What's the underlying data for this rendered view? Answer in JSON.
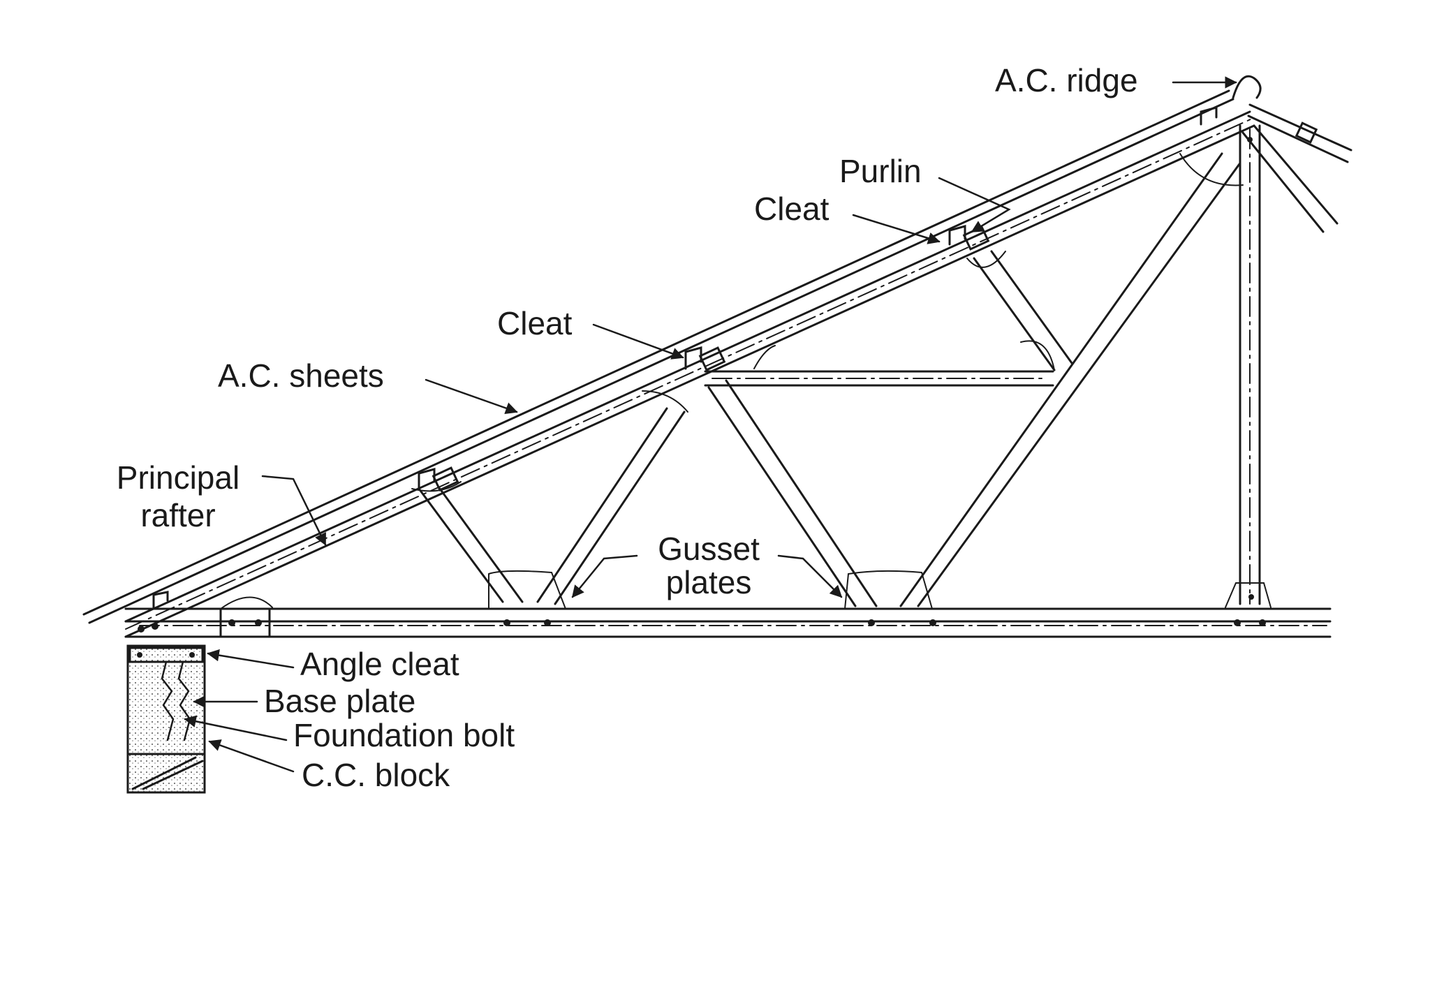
{
  "labels": {
    "ac_ridge": "A.C. ridge",
    "purlin": "Purlin",
    "cleat_upper": "Cleat",
    "cleat_middle": "Cleat",
    "ac_sheets": "A.C. sheets",
    "principal_rafter_1": "Principal",
    "principal_rafter_2": "rafter",
    "gusset_plates_1": "Gusset",
    "gusset_plates_2": "plates",
    "angle_cleat": "Angle cleat",
    "base_plate": "Base plate",
    "foundation_bolt": "Foundation bolt",
    "cc_block": "C.C. block"
  },
  "colors": {
    "ink": "#1a1a1a",
    "background": "#ffffff"
  }
}
